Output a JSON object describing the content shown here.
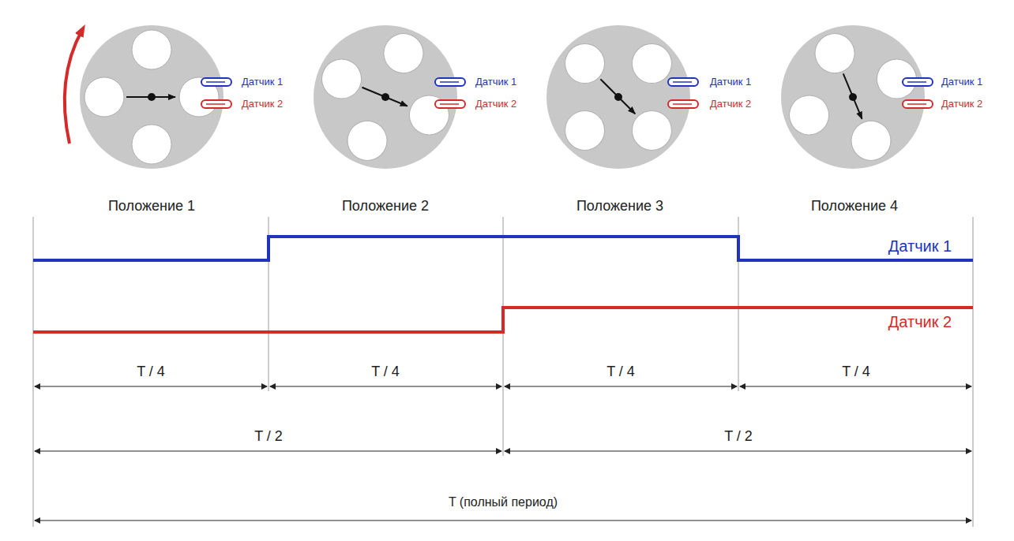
{
  "diagram": {
    "labels": [
      "Датчик 1",
      "Датчик 2",
      "Датчик 1",
      "Датчик 2",
      "Датчик 1",
      "Датчик 2",
      "Датчик 1",
      "Датчик 2",
      "Положение 1",
      "Положение 2",
      "Положение 3",
      "Положение 4",
      "Датчик 1",
      "Датчик 2",
      "T / 4",
      "T / 4",
      "T / 4",
      "T / 4",
      "T / 2",
      "T / 2",
      "T (полный период)"
    ]
  }
}
